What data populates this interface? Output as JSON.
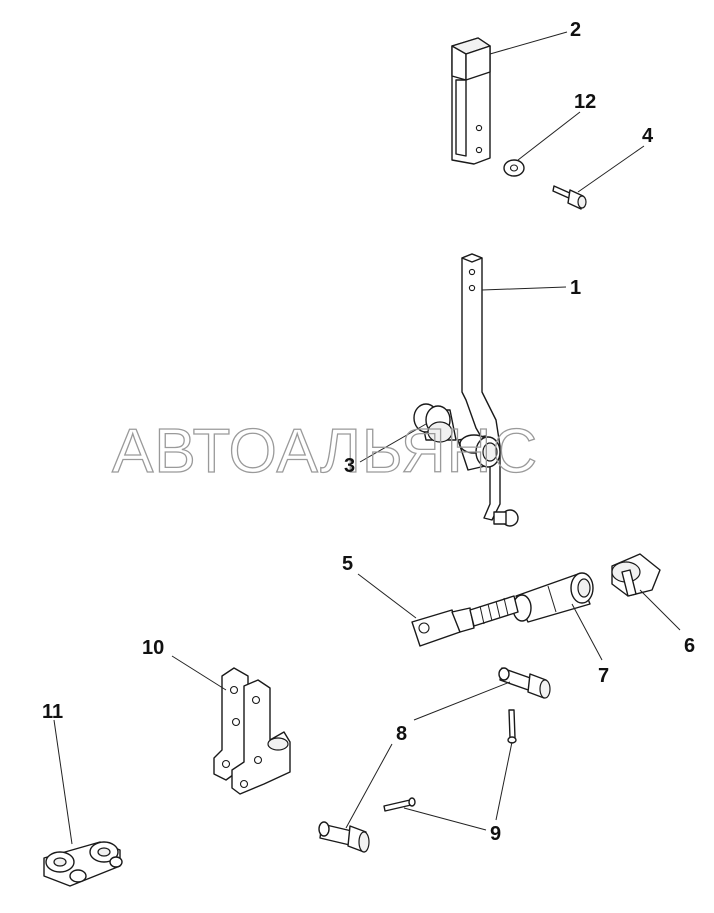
{
  "callouts": {
    "p1": "1",
    "p2": "2",
    "p3": "3",
    "p4": "4",
    "p5": "5",
    "p6": "6",
    "p7": "7",
    "p8": "8",
    "p9": "9",
    "p10": "10",
    "p11": "11",
    "p12": "12"
  },
  "watermark": "АВТОАЛЬЯНС"
}
